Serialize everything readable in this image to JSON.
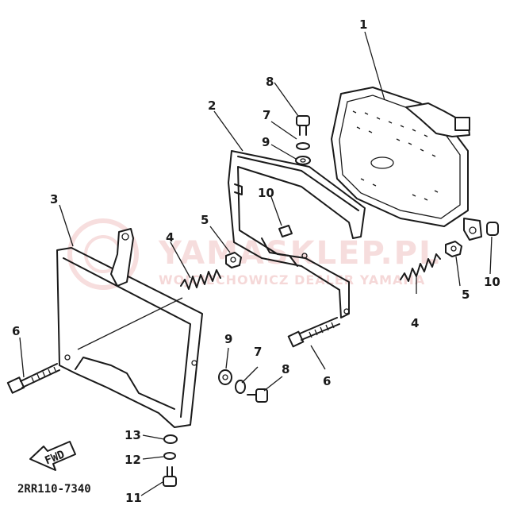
{
  "diagram": {
    "callouts": [
      "1",
      "2",
      "3",
      "4",
      "4",
      "5",
      "5",
      "6",
      "6",
      "7",
      "7",
      "8",
      "8",
      "9",
      "9",
      "10",
      "10",
      "11",
      "12",
      "13"
    ],
    "fwd_label": "FWD",
    "drawing_code": "2RR110-7340",
    "watermark_main": "YAMASKLEP.PL",
    "watermark_sub": "WOJCIECHOWICZ DEALER YAMAHA",
    "ink_color": "#1a1a1a",
    "watermark_color": "#e8a0a0"
  }
}
